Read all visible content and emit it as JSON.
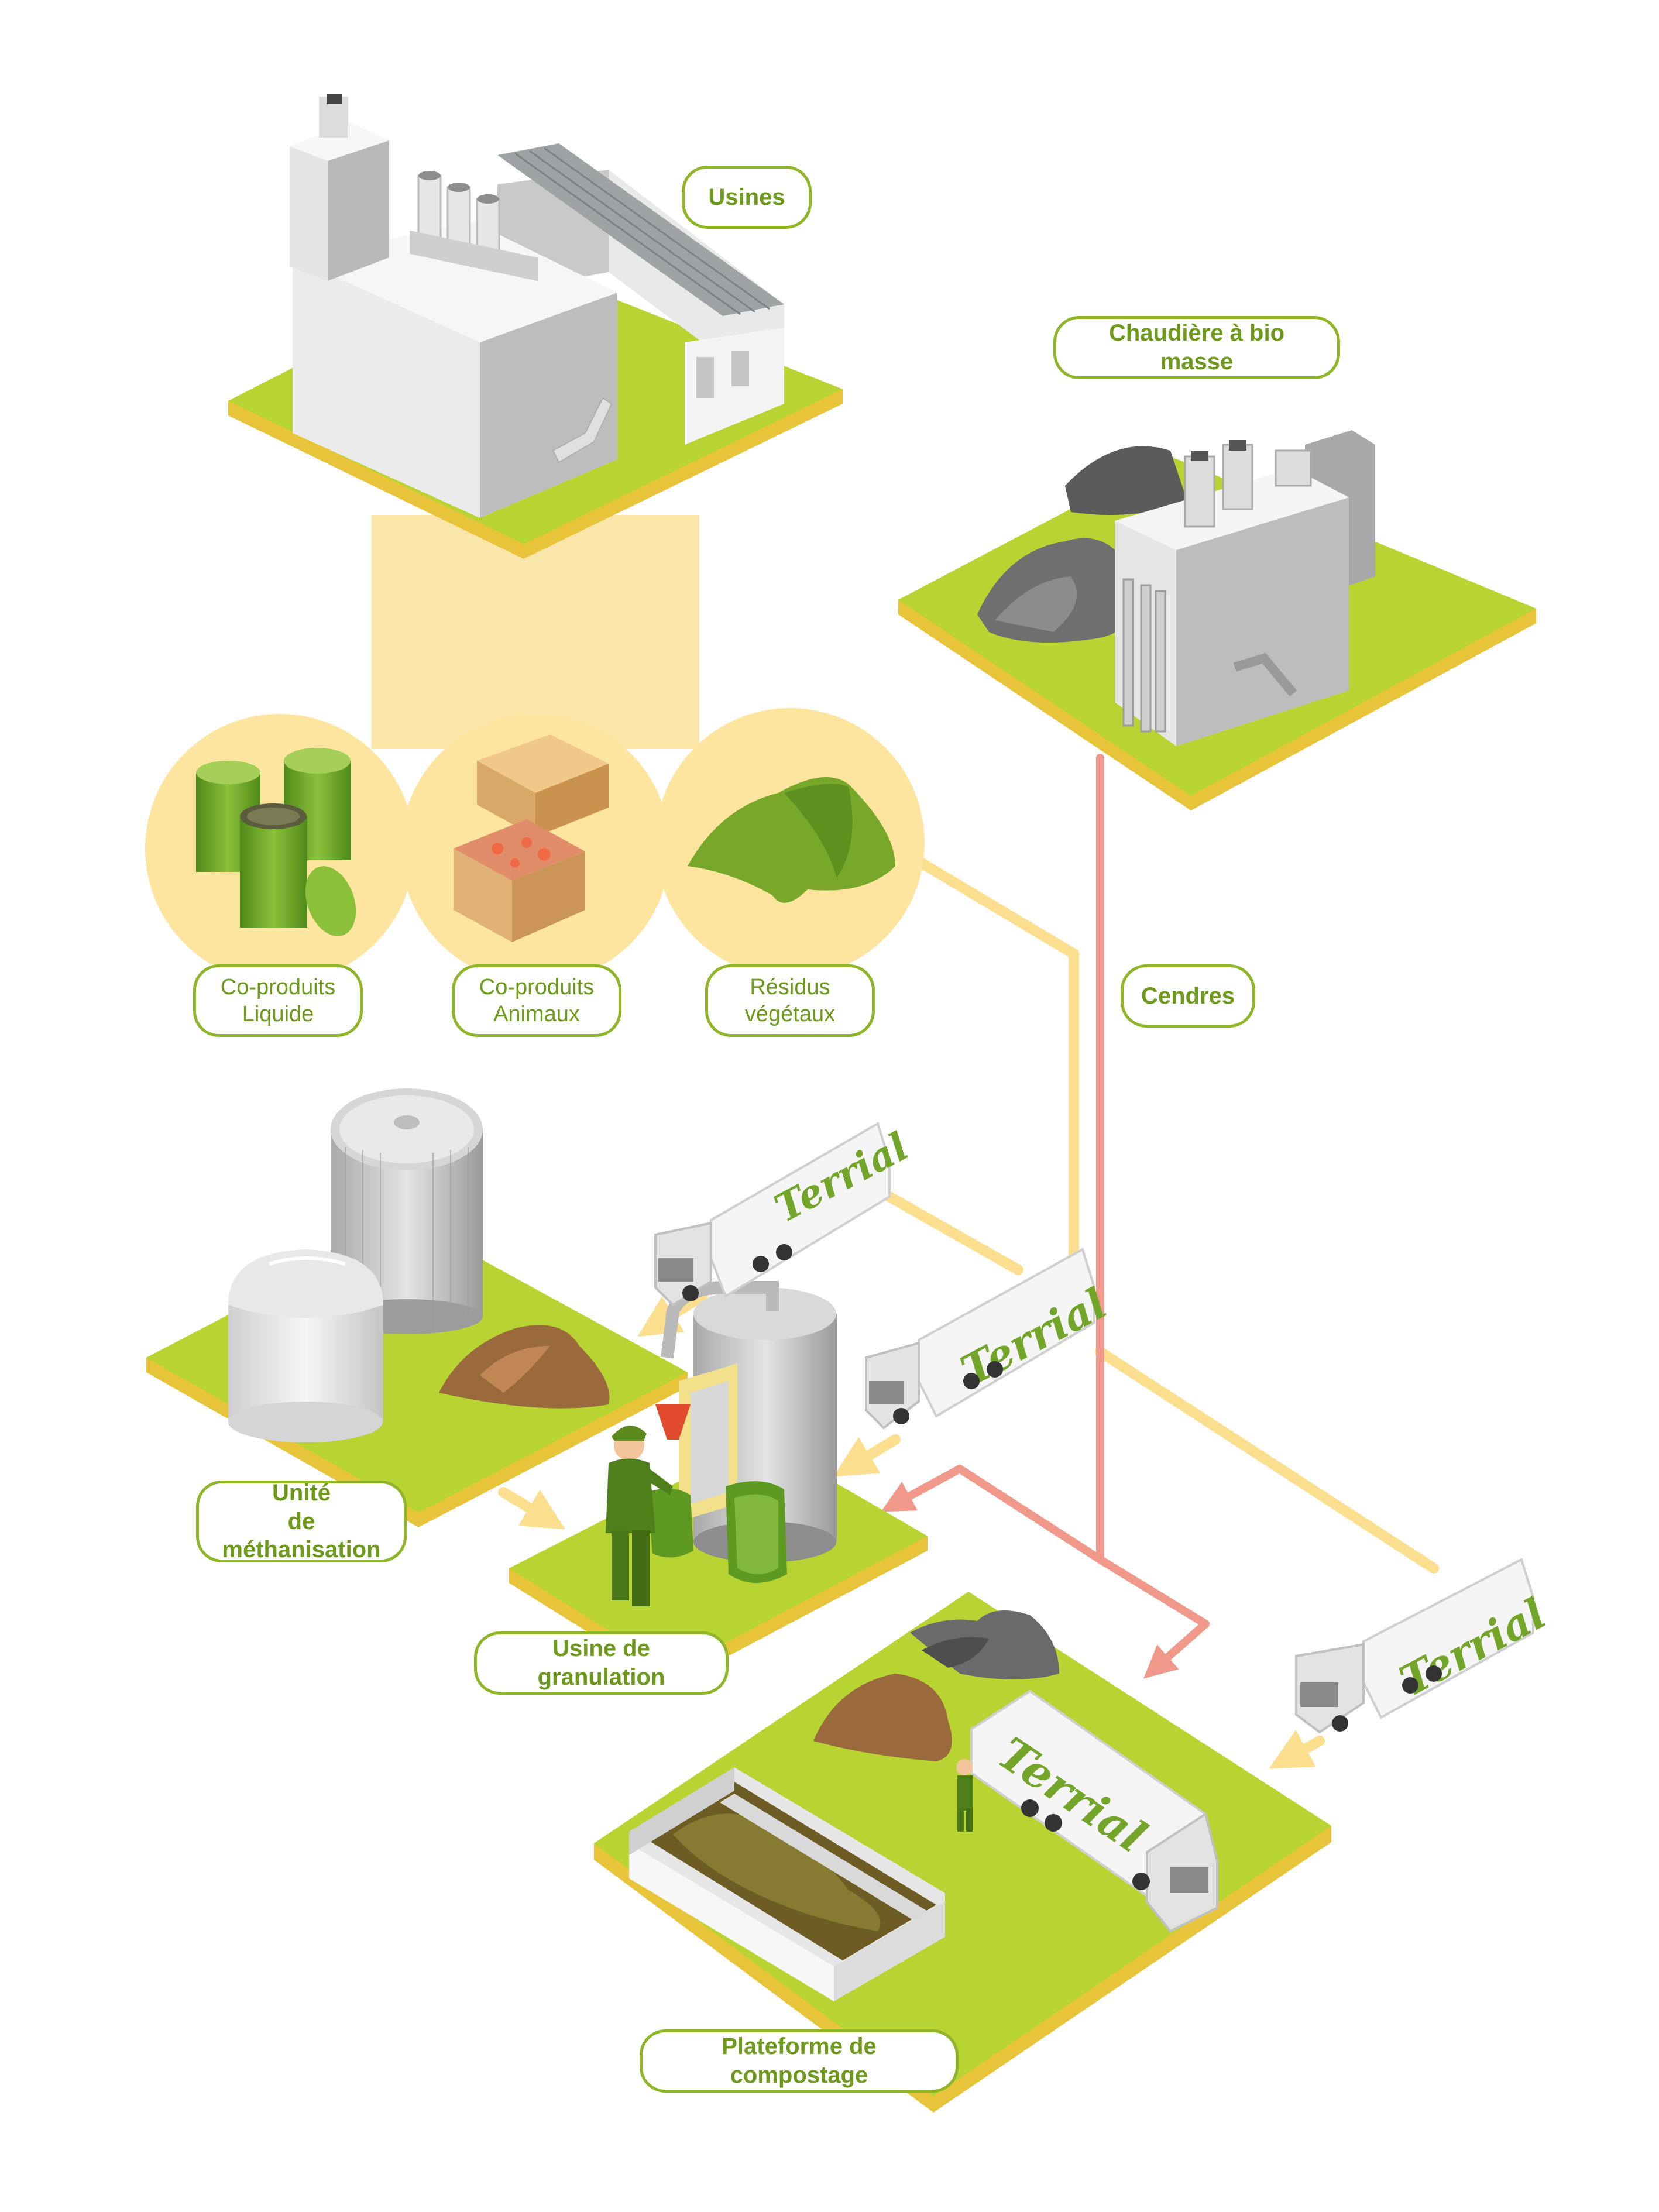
{
  "labels": {
    "usines": "Usines",
    "chaudiere": "Chaudière à bio masse",
    "coproduits_liquide": [
      "Co-produits",
      "Liquide"
    ],
    "coproduits_animaux": [
      "Co-produits",
      "Animaux"
    ],
    "residus_vegetaux": [
      "Résidus",
      "végétaux"
    ],
    "cendres": "Cendres",
    "methanisation": [
      "Unité",
      "de méthanisation"
    ],
    "granulation": "Usine de granulation",
    "compostage": "Plateforme de compostage"
  },
  "truck_brand": "Terrial",
  "colors": {
    "ground_top": "#b8d433",
    "ground_edge": "#e8c43a",
    "label_border": "#8fb529",
    "label_text": "#6e9a1c",
    "beam": "#fbe6a9",
    "circle": "#fde5a0",
    "flow_yellow": "#fbdf8f",
    "flow_red": "#f0998a",
    "building": "#d9d9d9",
    "leaf_green": "#78a82a"
  },
  "icons": [
    "factory-icon",
    "boiler-icon",
    "barrels-icon",
    "crates-icon",
    "leaves-icon",
    "silo-icon",
    "truck-icon",
    "worker-icon",
    "compost-bins-icon"
  ]
}
